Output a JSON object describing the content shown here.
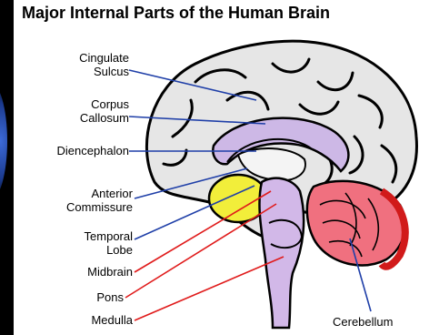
{
  "title": "Major Internal Parts of the Human Brain",
  "labels": {
    "cingulate_sulcus": [
      "Cingulate",
      "Sulcus"
    ],
    "corpus_callosum": [
      "Corpus",
      "Callosum"
    ],
    "diencephalon": "Diencephalon",
    "anterior_commissure": [
      "Anterior",
      "Commissure"
    ],
    "temporal_lobe": [
      "Temporal",
      "Lobe"
    ],
    "midbrain": "Midbrain",
    "pons": "Pons",
    "medulla": "Medulla",
    "cerebellum": "Cerebellum"
  },
  "colors": {
    "cerebrum": "#e6e6e6",
    "corpus_callosum": "#cdb8e6",
    "brainstem": "#d2b8e8",
    "temporal_lobe": "#f2ee3a",
    "cerebellum": "#f0707f",
    "cerebellum_rim": "#d11a1a",
    "leader_blue": "#1f3fa8",
    "leader_red": "#e01b1b"
  }
}
